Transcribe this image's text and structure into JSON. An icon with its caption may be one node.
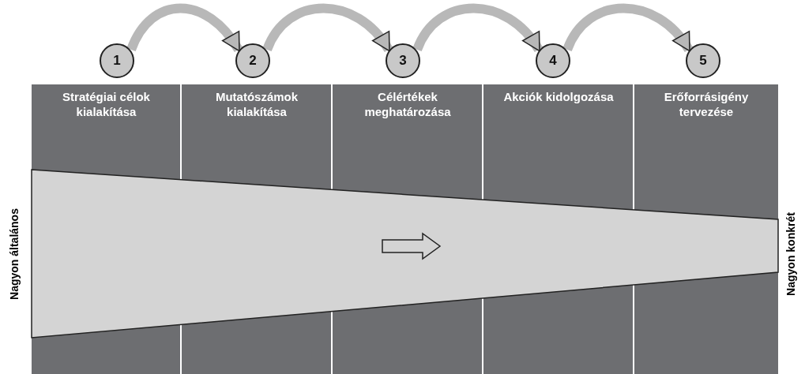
{
  "diagram": {
    "nodes": [
      {
        "text": [
          "1"
        ]
      },
      {
        "text": [
          "2"
        ]
      },
      {
        "text": [
          "3"
        ]
      },
      {
        "text": [
          "4"
        ]
      },
      {
        "text": [
          "5"
        ]
      },
      {
        "text": [
          "Stratégiai célok kialakítása"
        ]
      },
      {
        "text": [
          "Mutatószámok kialakítása"
        ]
      },
      {
        "text": [
          "Célértékek meghatározása"
        ]
      },
      {
        "text": [
          "Akciók kidolgozása"
        ]
      },
      {
        "text": [
          "Erőforrásigény tervezése"
        ]
      }
    ],
    "edges": [
      {
        "from": 0,
        "to": 1,
        "arrow": "to"
      },
      {
        "from": 1,
        "to": 2,
        "arrow": "to"
      },
      {
        "from": 2,
        "to": 3,
        "arrow": "to"
      },
      {
        "from": 3,
        "to": 4,
        "arrow": "to"
      }
    ],
    "labels": [
      "Nagyon általános",
      "Nagyon konkrét"
    ]
  }
}
